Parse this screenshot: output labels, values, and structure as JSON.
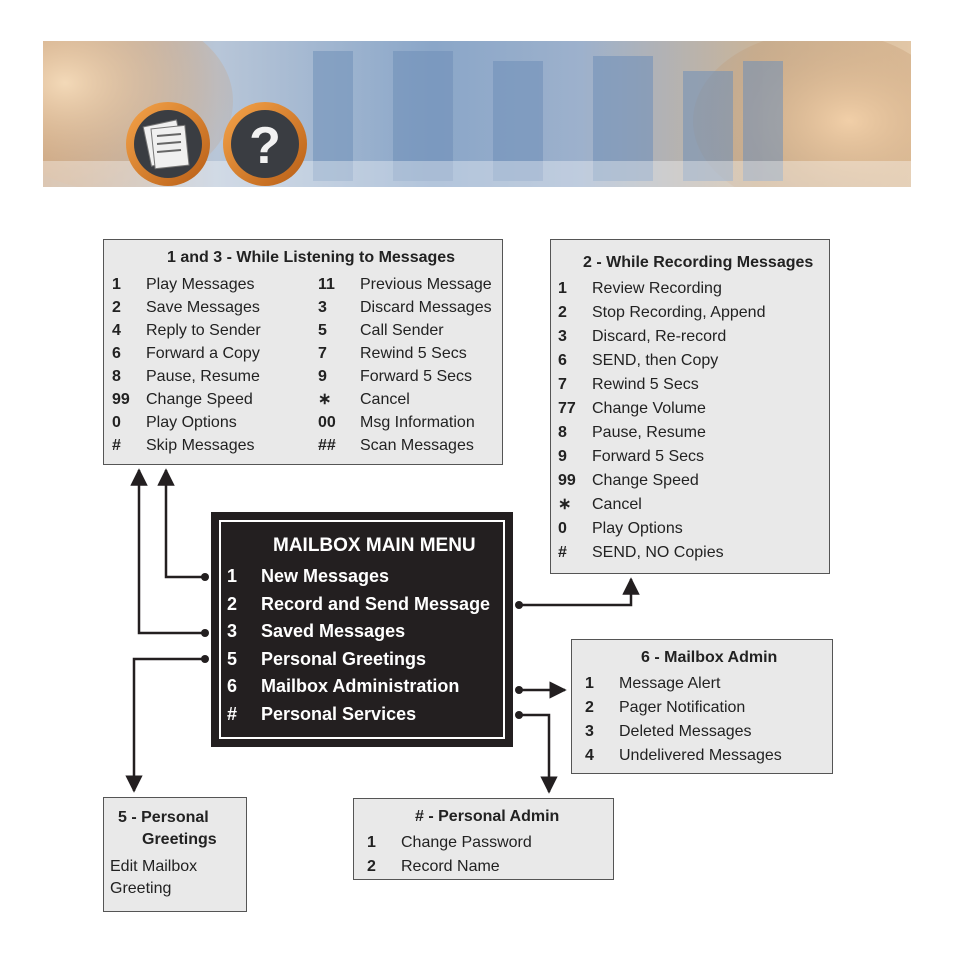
{
  "main_menu": {
    "title": "MAILBOX MAIN MENU",
    "items": [
      {
        "key": "1",
        "label": "New Messages"
      },
      {
        "key": "2",
        "label": "Record and Send Message"
      },
      {
        "key": "3",
        "label": "Saved Messages"
      },
      {
        "key": "5",
        "label": "Personal Greetings"
      },
      {
        "key": "6",
        "label": "Mailbox Administration"
      },
      {
        "key": "#",
        "label": "Personal Services"
      }
    ]
  },
  "listening": {
    "title": "1 and 3 - While Listening to Messages",
    "left": [
      {
        "key": "1",
        "label": "Play Messages"
      },
      {
        "key": "2",
        "label": "Save Messages"
      },
      {
        "key": "4",
        "label": "Reply to Sender"
      },
      {
        "key": "6",
        "label": "Forward a Copy"
      },
      {
        "key": "8",
        "label": "Pause, Resume"
      },
      {
        "key": "99",
        "label": "Change Speed"
      },
      {
        "key": "0",
        "label": "Play Options"
      },
      {
        "key": "#",
        "label": "Skip Messages"
      }
    ],
    "right": [
      {
        "key": "11",
        "label": "Previous Message"
      },
      {
        "key": "3",
        "label": "Discard Messages"
      },
      {
        "key": "5",
        "label": "Call Sender"
      },
      {
        "key": "7",
        "label": "Rewind 5 Secs"
      },
      {
        "key": "9",
        "label": "Forward 5 Secs"
      },
      {
        "key": "∗",
        "label": "Cancel"
      },
      {
        "key": "00",
        "label": "Msg Information"
      },
      {
        "key": "##",
        "label": "Scan Messages"
      }
    ]
  },
  "recording": {
    "title": "2 - While Recording Messages",
    "items": [
      {
        "key": "1",
        "label": "Review Recording"
      },
      {
        "key": "2",
        "label": "Stop Recording, Append"
      },
      {
        "key": "3",
        "label": "Discard, Re-record"
      },
      {
        "key": "6",
        "label": "SEND, then Copy"
      },
      {
        "key": "7",
        "label": "Rewind 5 Secs"
      },
      {
        "key": "77",
        "label": "Change Volume"
      },
      {
        "key": "8",
        "label": "Pause, Resume"
      },
      {
        "key": "9",
        "label": "Forward 5 Secs"
      },
      {
        "key": "99",
        "label": "Change Speed"
      },
      {
        "key": "∗",
        "label": "Cancel"
      },
      {
        "key": "0",
        "label": "Play Options"
      },
      {
        "key": "#",
        "label": "SEND, NO Copies"
      }
    ]
  },
  "mailbox_admin": {
    "title": "6 - Mailbox Admin",
    "items": [
      {
        "key": "1",
        "label": "Message Alert"
      },
      {
        "key": "2",
        "label": "Pager Notification"
      },
      {
        "key": "3",
        "label": "Deleted Messages"
      },
      {
        "key": "4",
        "label": "Undelivered Messages"
      }
    ]
  },
  "personal_admin": {
    "title": "# - Personal Admin",
    "items": [
      {
        "key": "1",
        "label": "Change Password"
      },
      {
        "key": "2",
        "label": "Record Name"
      }
    ]
  },
  "greetings": {
    "title_line1": "5 - Personal",
    "title_line2": "Greetings",
    "body_line1": "Edit Mailbox",
    "body_line2": "Greeting"
  },
  "banner": {
    "icons": [
      "document-stack-icon",
      "question-mark-icon"
    ]
  },
  "colors": {
    "box_bg": "#e9e9e9",
    "main_bg": "#231f20",
    "line": "#231f20"
  }
}
